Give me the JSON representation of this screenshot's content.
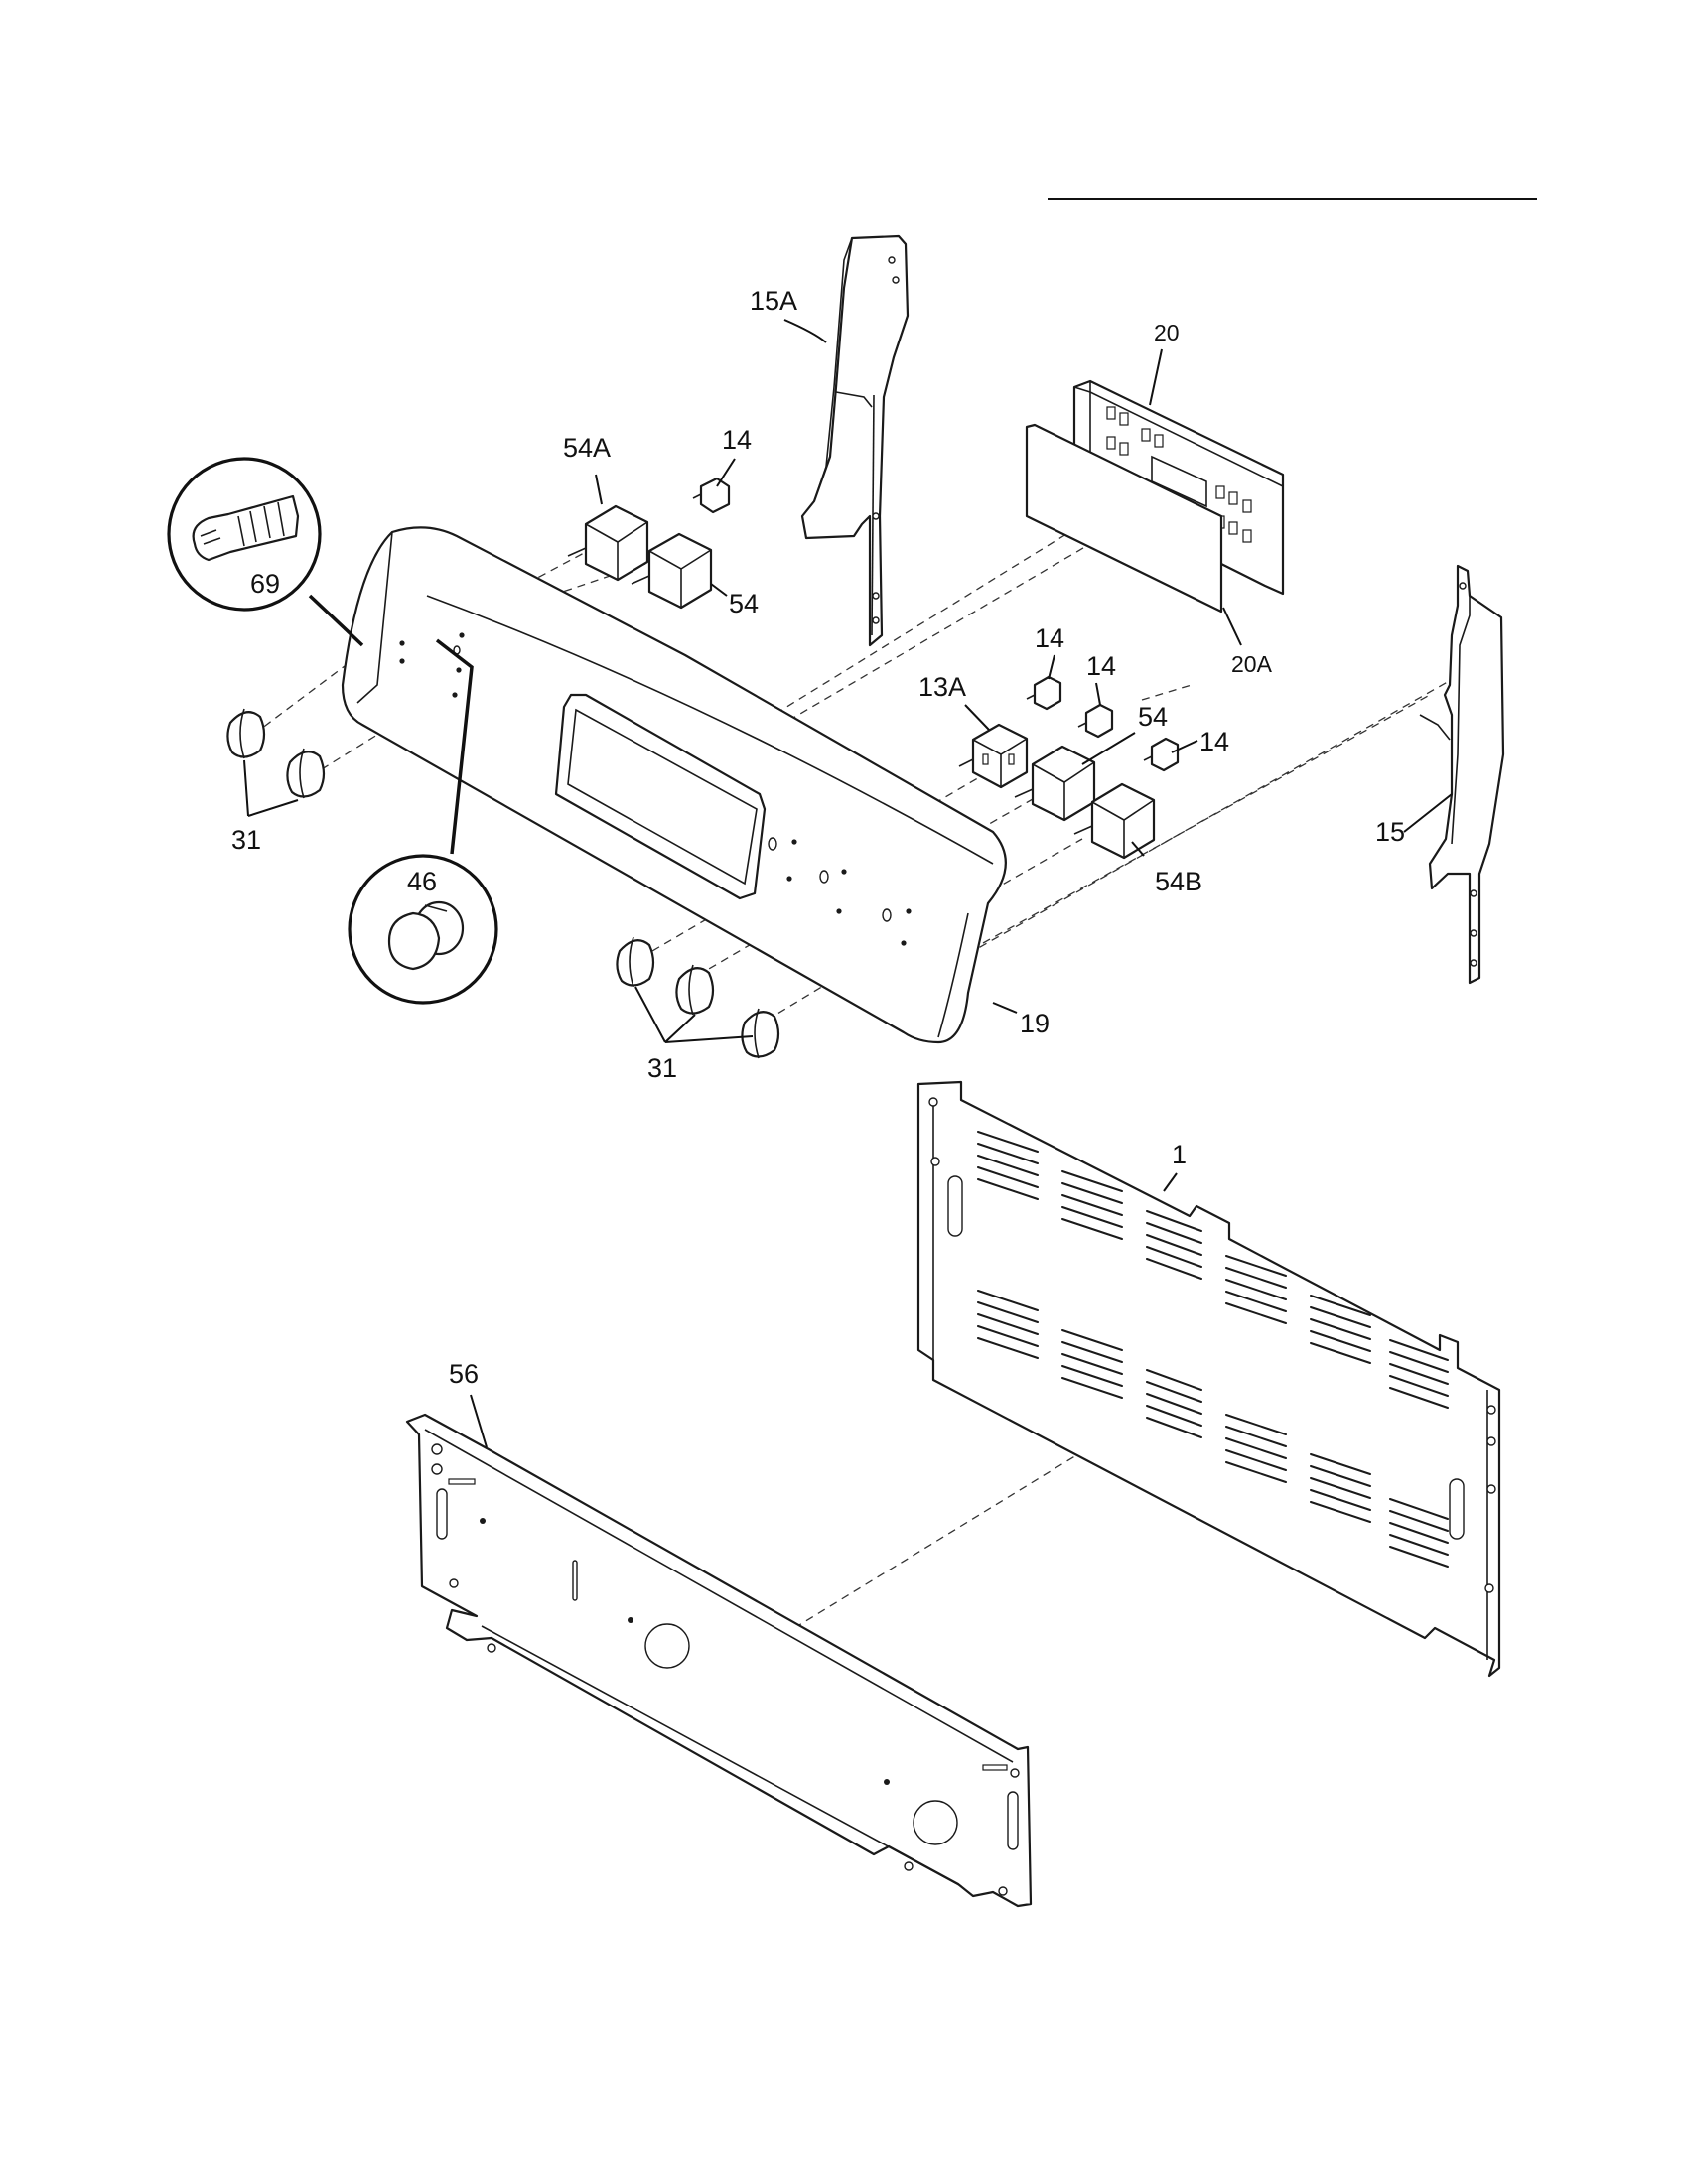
{
  "labels": {
    "p1": "1",
    "p13a": "13A",
    "p14": "14",
    "p15": "15",
    "p15a": "15A",
    "p19": "19",
    "p20": "20",
    "p20a": "20A",
    "p31": "31",
    "p46": "46",
    "p54": "54",
    "p54a": "54A",
    "p54b": "54B",
    "p56": "56",
    "p69": "69"
  },
  "icons": {
    "knob": "control-knob-icon",
    "switch": "rotary-switch-icon",
    "terminal": "terminal-block-icon",
    "screw": "screw-icon",
    "push_button": "push-button-icon"
  }
}
